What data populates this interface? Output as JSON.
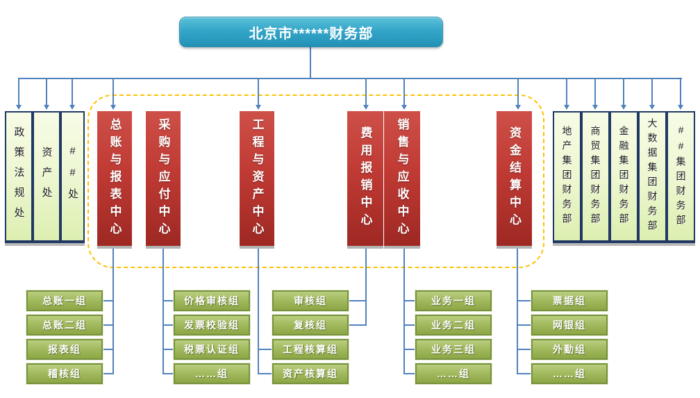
{
  "title": "北京市******财务部",
  "left_departments": [
    "政策法规处",
    "资产处",
    "##处"
  ],
  "centers": [
    "总账与报表中心",
    "采购与应付中心",
    "工程与资产中心",
    "费用报销中心",
    "销售与应收中心",
    "资金结算中心"
  ],
  "right_departments": [
    "地产集团财务部",
    "商贸集团财务部",
    "金融集团财务部",
    "大数据集团财务部",
    "##集团财务部"
  ],
  "teams": {
    "general_ledger": [
      "总账一组",
      "总账二组",
      "报表组",
      "稽核组"
    ],
    "procurement": [
      "价格审核组",
      "发票校验组",
      "税票认证组",
      "……组"
    ],
    "expense_audit": [
      "审核组",
      "复核组"
    ],
    "engineering": [
      "工程核算组",
      "资产核算组"
    ],
    "sales": [
      "业务一组",
      "业务二组",
      "业务三组",
      "……组"
    ],
    "funds": [
      "票据组",
      "网银组",
      "外勤组",
      "……组"
    ]
  },
  "colors": {
    "connector_blue": "#4f81bd",
    "root_teal": "#2fa3c6",
    "center_red": "#bf3a34",
    "dept_green_fill": "#e9f4cb",
    "dept_border_navy": "#1f3864",
    "team_olive": "#9cb359",
    "team_border": "#76923c",
    "zone_dashed": "#ffc000"
  }
}
